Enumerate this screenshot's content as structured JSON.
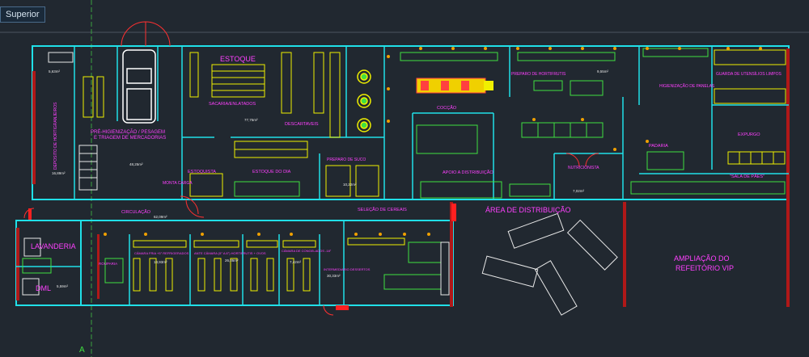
{
  "app": {
    "view_name": "Superior",
    "colors": {
      "background": "#212830",
      "wall": "#20e0e8",
      "equipment": "#f0f000",
      "text": "#ff40ff",
      "door": "#ff3030",
      "green": "#40e040",
      "white": "#e8e8e8"
    }
  },
  "plan": {
    "rooms": {
      "estoque": "ESTOQUE",
      "sacaria": "SACARIA/ENLATADOS",
      "descartaveis": "DESCARTAVEIS",
      "estoquista": "ESTOQUISTA",
      "estoque_dia": "ESTOQUE DO DIA",
      "preparo_suco": "PREPARO DE SUCO",
      "monta_carga": "MONTA CARGA",
      "pre_hig": "PRÉ-HIGIENIZAÇÃO / PESAGEM",
      "triagem": "E TRIAGEM DE MERCADORIAS",
      "deposito": "DEPOSITO DE HORTIGRANJEIROS",
      "coccao": "COCÇÃO",
      "apoio": "APOIO A DISTRIBUIÇÃO",
      "preparo_hort": "PREPARO DE HORTIFRUTIS",
      "higienizacao": "HIGIENIZAÇÃO DE PANELAS",
      "guarda": "GUARDA DE UTENSÍLIOS LIMPOS",
      "expurgo": "EXPURGO",
      "padaria": "PADARIA",
      "nutricionista": "NUTRICIONISTA",
      "sala_paes": "\"SALA DE PÃES\"",
      "area_distribuicao": "ÁREA DE DISTRIBUIÇÃO",
      "circulacao": "CIRCULAÇÃO",
      "selecao": "SELEÇÃO DE CEREAIS",
      "lavanderia": "LAVANDERIA",
      "dml": "DML",
      "rouparia": "ROUPARIA",
      "camara1": "CÂMARA FRIA +5° REFRIGERADOS",
      "camara2": "ANTE CÂMARA (5° A 8°) HORTIFRUTIS + OVOS",
      "camara3": "CÂMARA DE CONGELADOS -18°",
      "intermediario": "INTERMEDIARIO DESSERTOS",
      "ampliacao_1": "AMPLIAÇÃO DO",
      "ampliacao_2": "REFEITÓRIO VIP"
    },
    "areas": {
      "a1": "5,63m²",
      "a2": "77,75m²",
      "a3": "10,22m²",
      "a4": "48,25m²",
      "a5": "16,89m²",
      "a6": "62,09m²",
      "a7": "5,59m²",
      "a8": "7,02m²",
      "a9": "9,55m²",
      "a10": "30,33m²",
      "a11": "13,93m²",
      "a12": "26,05m²",
      "a13": "7,42m²"
    },
    "axis_label": "A"
  }
}
